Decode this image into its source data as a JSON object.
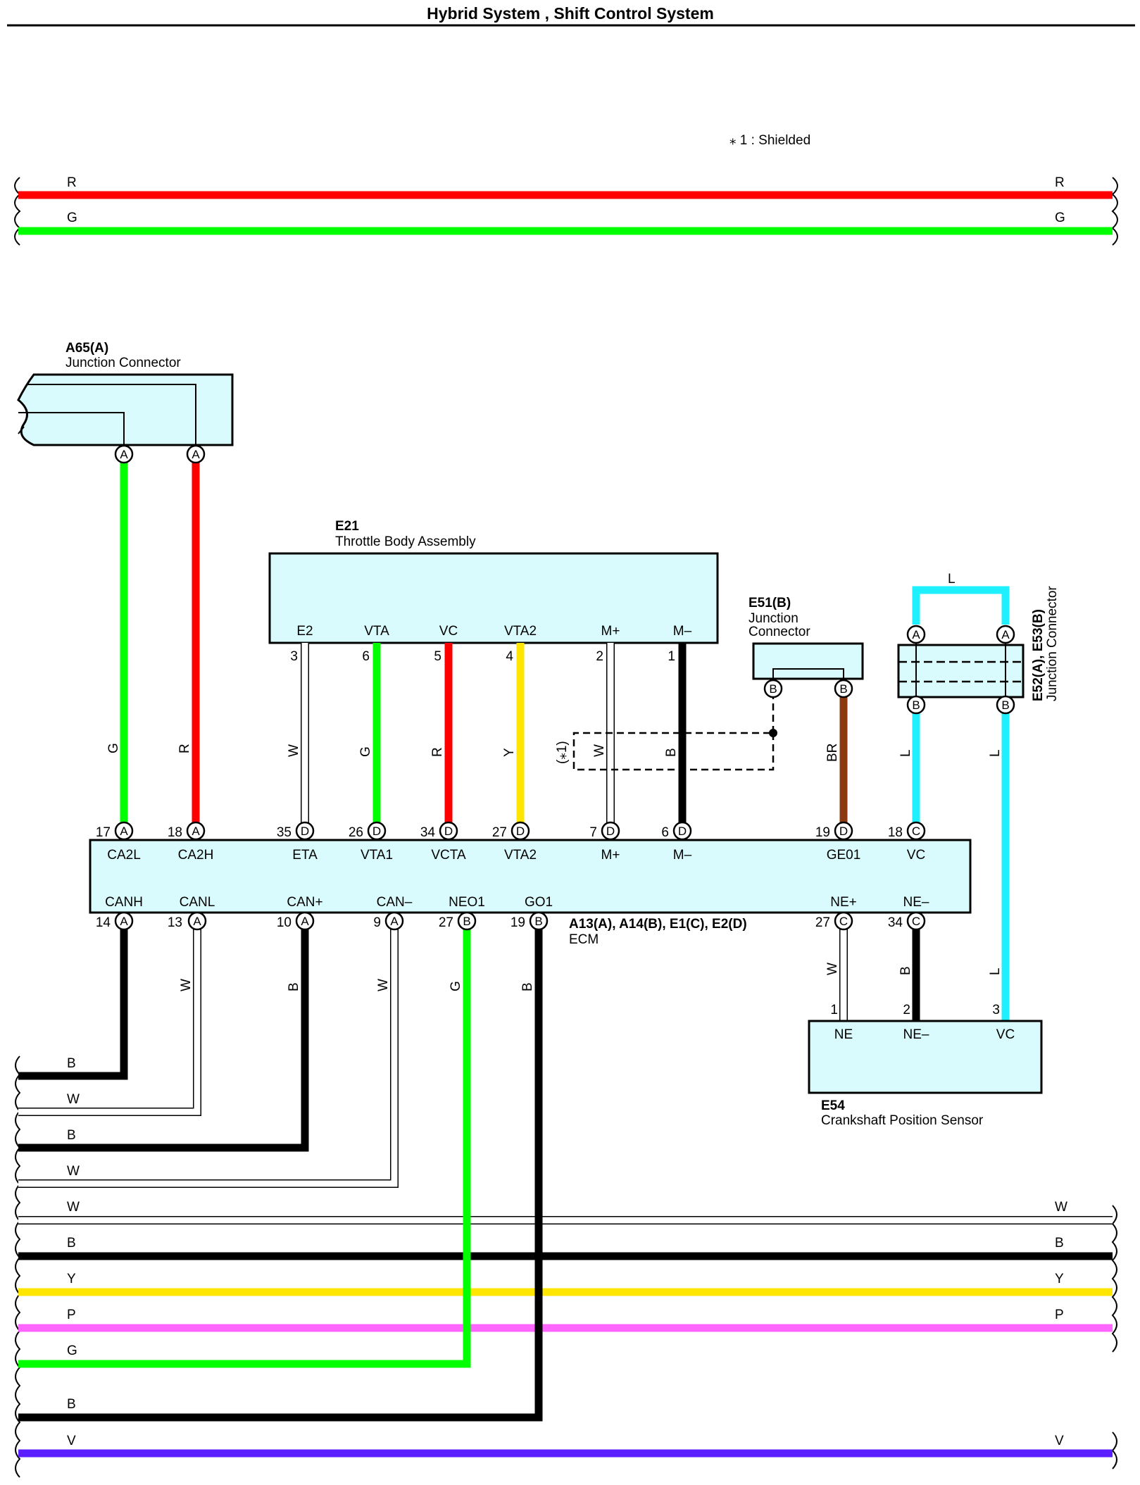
{
  "title": "Hybrid System , Shift Control System",
  "note": "⁎ 1 : Shielded",
  "colors": {
    "R": "#ff0000",
    "G": "#00ff00",
    "B": "#000000",
    "W": "#ffffff",
    "Y": "#ffe600",
    "P": "#ff66ff",
    "V": "#5a1eff",
    "L": "#1ef0ff",
    "BR": "#8b3a0f",
    "component_fill": "#d9fbfd"
  },
  "components": {
    "a65": {
      "code": "A65(A)",
      "name": "Junction Connector"
    },
    "e21": {
      "code": "E21",
      "name": "Throttle Body Assembly",
      "pins": [
        {
          "label": "E2",
          "num": "3",
          "wire": "W"
        },
        {
          "label": "VTA",
          "num": "6",
          "wire": "G"
        },
        {
          "label": "VC",
          "num": "5",
          "wire": "R"
        },
        {
          "label": "VTA2",
          "num": "4",
          "wire": "Y"
        },
        {
          "label": "M+",
          "num": "2",
          "wire": "W"
        },
        {
          "label": "M–",
          "num": "1",
          "wire": "B"
        }
      ]
    },
    "e51": {
      "code": "E51(B)",
      "name_line1": "Junction",
      "name_line2": "Connector"
    },
    "e52": {
      "code": "E52(A), E53(B)",
      "name": "Junction Connector"
    },
    "ecm": {
      "code": "A13(A), A14(B), E1(C), E2(D)",
      "name": "ECM",
      "top_pins": [
        {
          "label": "CA2L",
          "num": "17",
          "conn": "A"
        },
        {
          "label": "CA2H",
          "num": "18",
          "conn": "A"
        },
        {
          "label": "ETA",
          "num": "35",
          "conn": "D"
        },
        {
          "label": "VTA1",
          "num": "26",
          "conn": "D"
        },
        {
          "label": "VCTA",
          "num": "34",
          "conn": "D"
        },
        {
          "label": "VTA2",
          "num": "27",
          "conn": "D"
        },
        {
          "label": "M+",
          "num": "7",
          "conn": "D"
        },
        {
          "label": "M–",
          "num": "6",
          "conn": "D"
        },
        {
          "label": "GE01",
          "num": "19",
          "conn": "D"
        },
        {
          "label": "VC",
          "num": "18",
          "conn": "C"
        }
      ],
      "bottom_pins": [
        {
          "label": "CANH",
          "num": "14",
          "conn": "A"
        },
        {
          "label": "CANL",
          "num": "13",
          "conn": "A"
        },
        {
          "label": "CAN+",
          "num": "10",
          "conn": "A"
        },
        {
          "label": "CAN–",
          "num": "9",
          "conn": "A"
        },
        {
          "label": "NEO1",
          "num": "27",
          "conn": "B"
        },
        {
          "label": "GO1",
          "num": "19",
          "conn": "B"
        },
        {
          "label": "NE+",
          "num": "27",
          "conn": "C"
        },
        {
          "label": "NE–",
          "num": "34",
          "conn": "C"
        }
      ]
    },
    "e54": {
      "code": "E54",
      "name": "Crankshaft Position Sensor",
      "pins": [
        {
          "label": "NE",
          "num": "1"
        },
        {
          "label": "NE–",
          "num": "2"
        },
        {
          "label": "VC",
          "num": "3"
        }
      ]
    }
  },
  "shield_mark": "(⁎1)",
  "wire_labels": {
    "top_r": "R",
    "top_g": "G",
    "a65_g": "G",
    "a65_r": "R",
    "e21_w1": "W",
    "e21_g": "G",
    "e21_r": "R",
    "e21_y": "Y",
    "e21_w2": "W",
    "e21_b": "B",
    "e51_br": "BR",
    "e52_top": "L",
    "e52_l1": "L",
    "e52_l2": "L",
    "ecm_w1": "W",
    "ecm_b1": "B",
    "ecm_w2": "W",
    "ecm_g": "G",
    "ecm_b2": "B",
    "e54_w": "W",
    "e54_b": "B",
    "e54_l": "L",
    "bus_b1": "B",
    "bus_w1": "W",
    "bus_b2": "B",
    "bus_w2": "W",
    "bus_w3": "W",
    "bus_b3": "B",
    "bus_y": "Y",
    "bus_p": "P",
    "bus_g": "G",
    "bus_b4": "B",
    "bus_v": "V"
  }
}
